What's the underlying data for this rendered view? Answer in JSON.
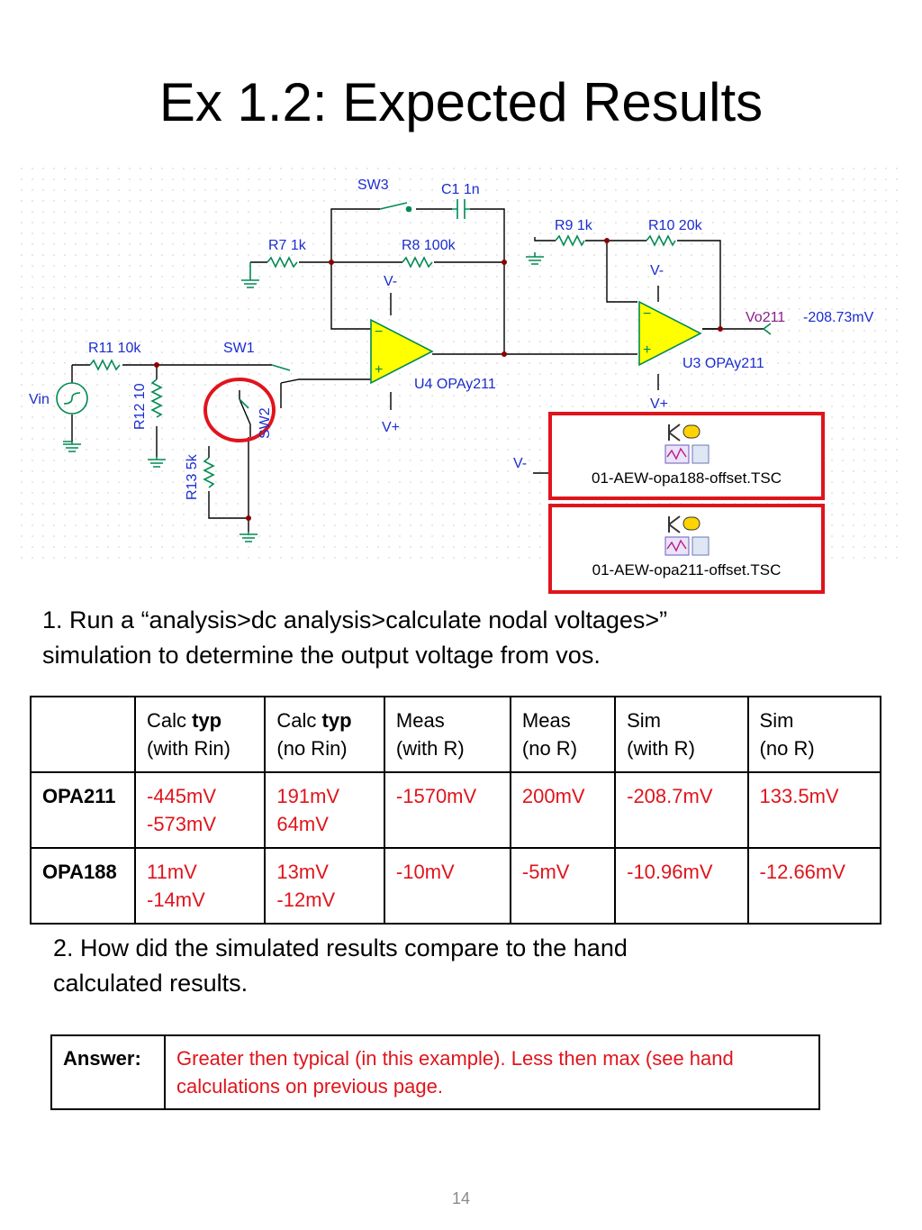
{
  "title": "Ex 1.2: Expected Results",
  "schematic": {
    "labels": {
      "sw3": "SW3",
      "c1": "C1 1n",
      "r9": "R9 1k",
      "r10": "R10 20k",
      "r7": "R7 1k",
      "r8": "R8 100k",
      "vminus_u4": "V-",
      "vminus_u3": "V-",
      "vo_name": "Vo211",
      "vo_value": "-208.73mV",
      "r11": "R11 10k",
      "sw1": "SW1",
      "vin": "Vin",
      "r12": "R12 10",
      "sw2": "SW2",
      "u4": "U4 OPAy211",
      "u3": "U3 OPAy211",
      "vplus_u3": "V+",
      "vplus_u4": "V+",
      "r13": "R13 5k",
      "vminus_lower": "V-"
    },
    "files": [
      "01-AEW-opa188-offset.TSC",
      "01-AEW-opa211-offset.TSC"
    ],
    "colors": {
      "wire": "#000000",
      "component": "#008a52",
      "opamp": "#ffff00",
      "highlight": "#e0141c"
    }
  },
  "question1": {
    "line1": "1.  Run a “analysis>dc analysis>calculate nodal voltages>”",
    "line2": "simulation to determine the output voltage from vos."
  },
  "table": {
    "headers": [
      {
        "a": "Calc ",
        "b": "typ",
        "c": "(with Rin)"
      },
      {
        "a": "Calc ",
        "b": "typ",
        "c": "(no Rin)"
      },
      {
        "a": "Meas",
        "b": "",
        "c": "(with R)"
      },
      {
        "a": "Meas",
        "b": "",
        "c": "(no R)"
      },
      {
        "a": "Sim",
        "b": "",
        "c": "(with R)"
      },
      {
        "a": "Sim",
        "b": "",
        "c": "(no R)"
      }
    ],
    "rows": [
      {
        "name": "OPA211",
        "cells": [
          [
            "-445mV",
            "-573mV"
          ],
          [
            "191mV",
            "64mV"
          ],
          [
            "-1570mV",
            ""
          ],
          [
            "200mV",
            ""
          ],
          [
            "-208.7mV",
            ""
          ],
          [
            "133.5mV",
            ""
          ]
        ]
      },
      {
        "name": "OPA188",
        "cells": [
          [
            "11mV",
            "-14mV"
          ],
          [
            "13mV",
            "-12mV"
          ],
          [
            "-10mV",
            ""
          ],
          [
            "-5mV",
            ""
          ],
          [
            "-10.96mV",
            ""
          ],
          [
            "-12.66mV",
            ""
          ]
        ]
      }
    ]
  },
  "question2": {
    "line1": "2.  How did the simulated results compare to the hand",
    "line2": "calculated results."
  },
  "answer": {
    "label": "Answer:",
    "line1": "Greater then typical (in this example).  Less then max (see hand",
    "line2": "calculations on previous page."
  },
  "page_number": "14"
}
